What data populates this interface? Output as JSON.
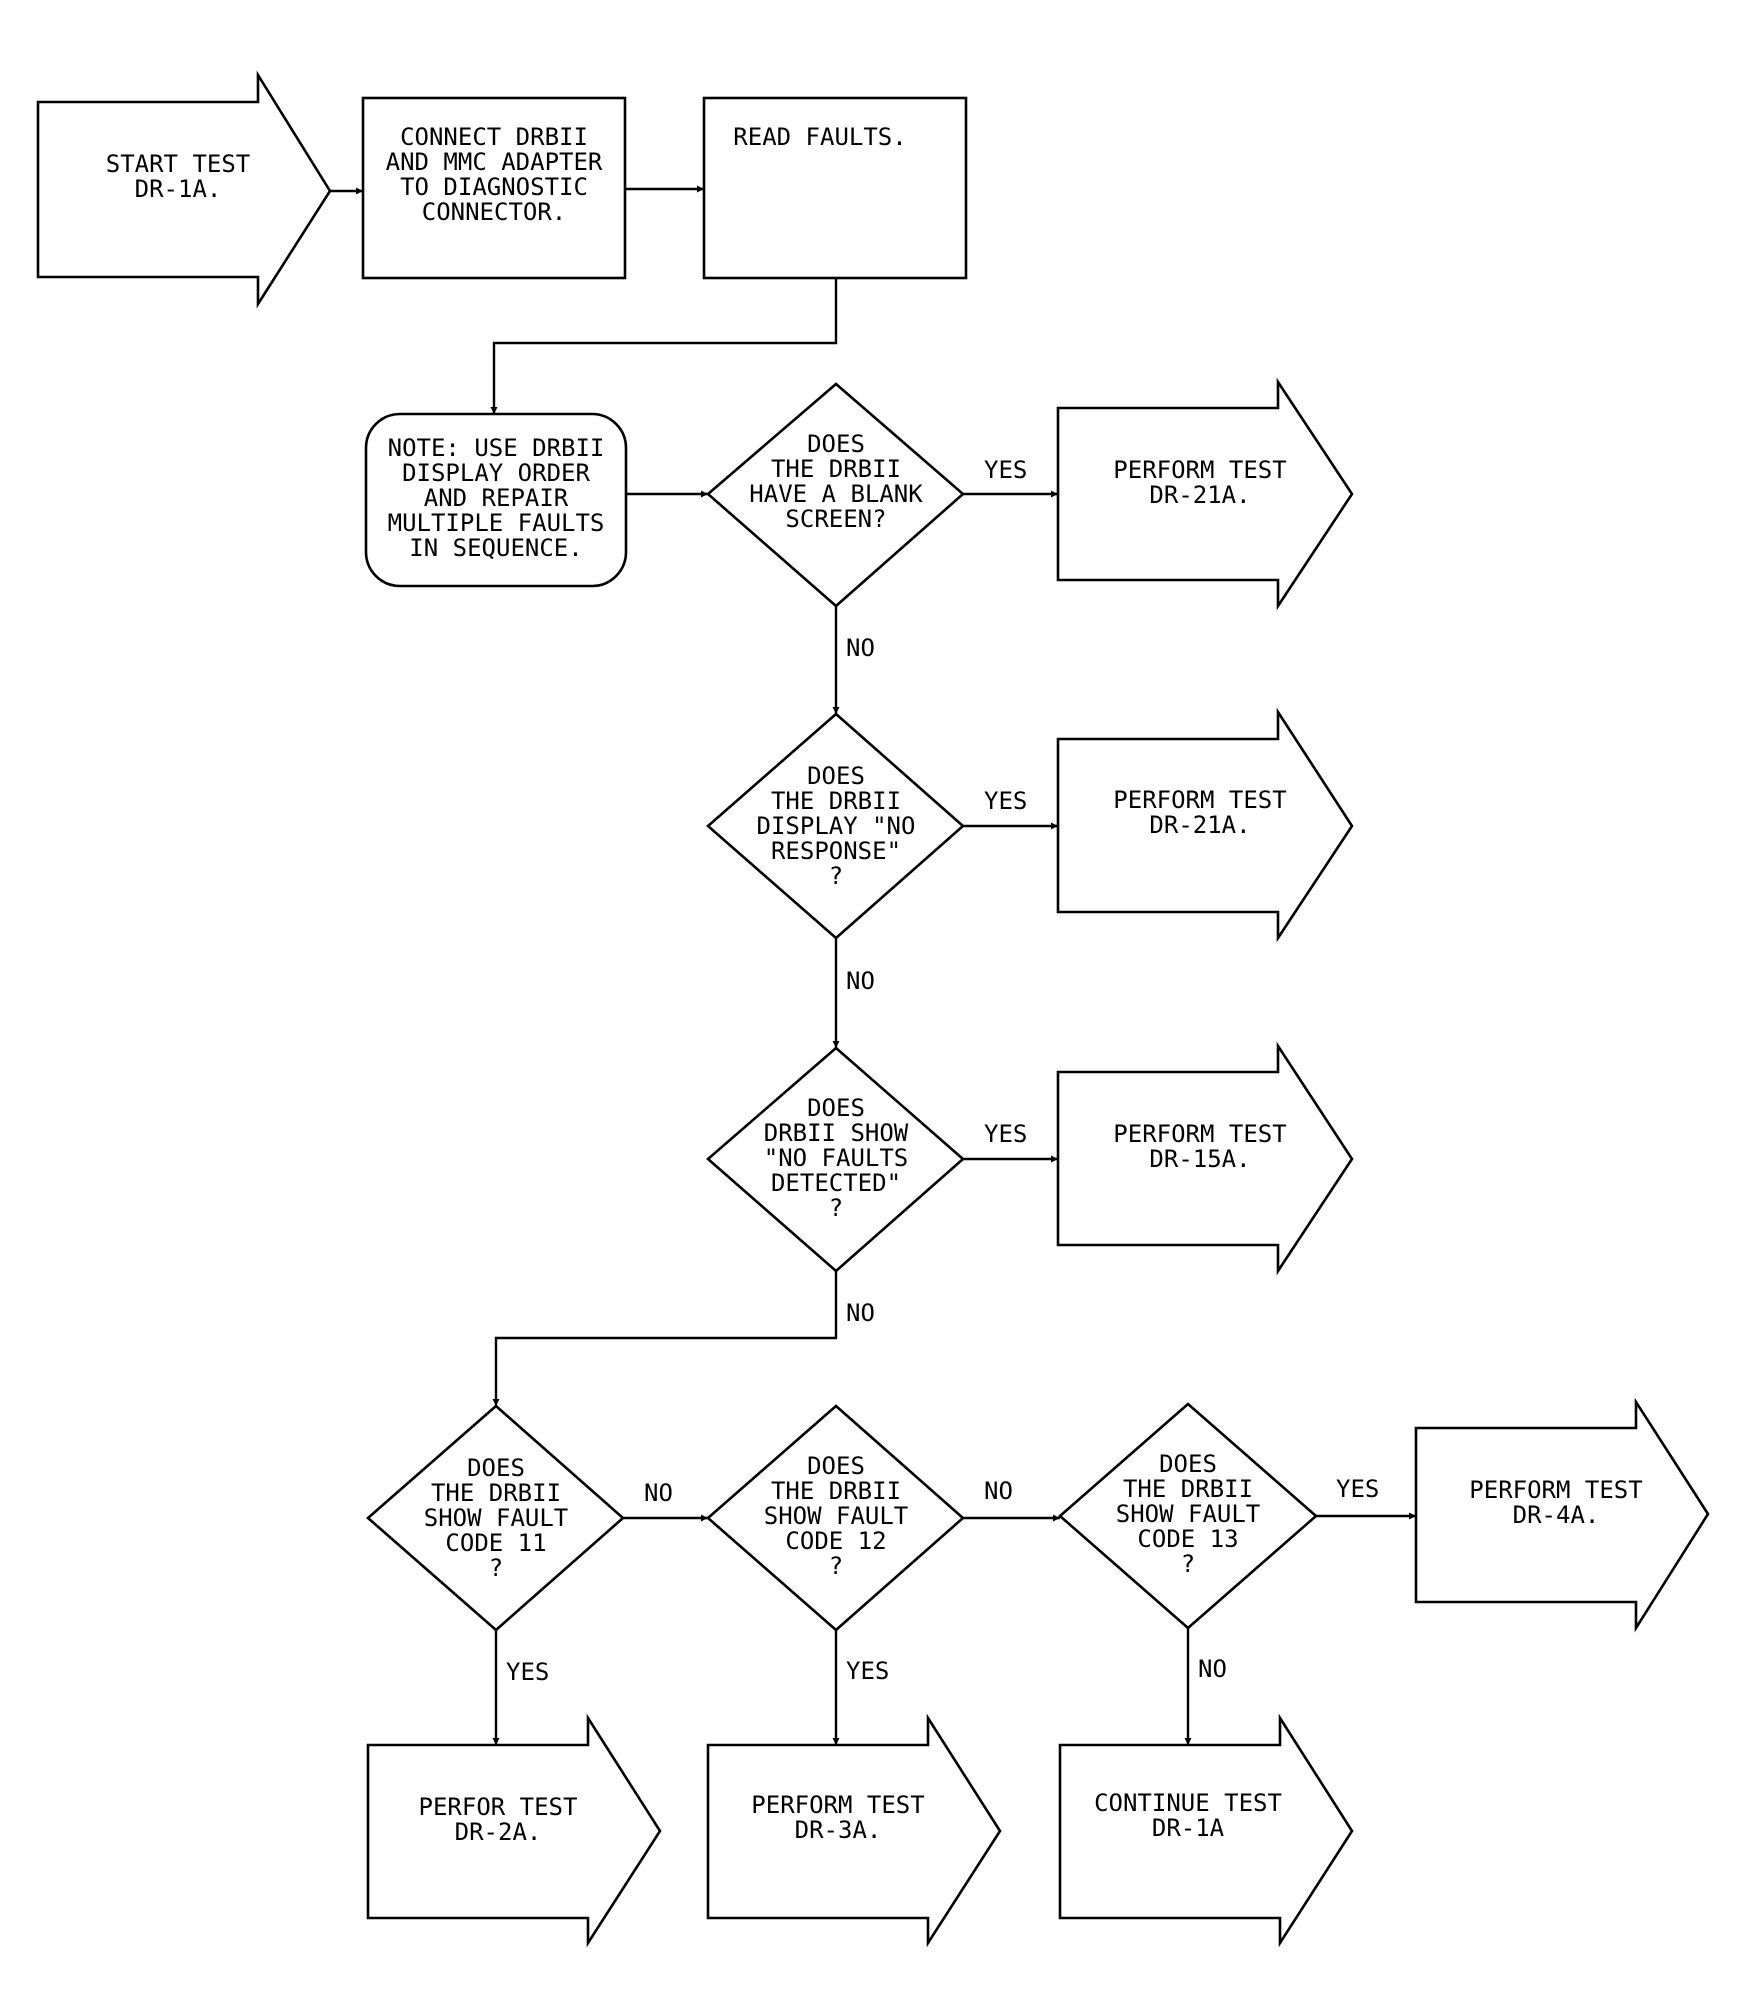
{
  "nodes": {
    "start": {
      "lines": [
        "START TEST",
        "DR-1A."
      ]
    },
    "connect": {
      "lines": [
        "CONNECT DRBII",
        "AND MMC ADAPTER",
        "TO DIAGNOSTIC",
        "CONNECTOR."
      ]
    },
    "read": {
      "lines": [
        "READ FAULTS."
      ]
    },
    "note": {
      "lines": [
        "NOTE: USE DRBII",
        "DISPLAY ORDER",
        "AND REPAIR",
        "MULTIPLE FAULTS",
        "IN SEQUENCE."
      ]
    },
    "d1": {
      "lines": [
        "DOES",
        "THE DRBII",
        "HAVE A BLANK",
        "SCREEN?"
      ]
    },
    "p1": {
      "lines": [
        "PERFORM TEST",
        "DR-21A."
      ]
    },
    "d2": {
      "lines": [
        "DOES",
        "THE DRBII",
        "DISPLAY \"NO",
        "RESPONSE\"",
        "?"
      ]
    },
    "p2": {
      "lines": [
        "PERFORM TEST",
        "DR-21A."
      ]
    },
    "d3": {
      "lines": [
        "DOES",
        "DRBII SHOW",
        "\"NO FAULTS",
        "DETECTED\"",
        "?"
      ]
    },
    "p3": {
      "lines": [
        "PERFORM TEST",
        "DR-15A."
      ]
    },
    "d4": {
      "lines": [
        "DOES",
        "THE DRBII",
        "SHOW FAULT",
        "CODE 11",
        "?"
      ]
    },
    "d5": {
      "lines": [
        "DOES",
        "THE DRBII",
        "SHOW FAULT",
        "CODE 12",
        "?"
      ]
    },
    "d6": {
      "lines": [
        "DOES",
        "THE DRBII",
        "SHOW FAULT",
        "CODE 13",
        "?"
      ]
    },
    "p6": {
      "lines": [
        "PERFORM TEST",
        "DR-4A."
      ]
    },
    "p4": {
      "lines": [
        "PERFOR TEST",
        "DR-2A."
      ]
    },
    "p5": {
      "lines": [
        "PERFORM TEST",
        "DR-3A."
      ]
    },
    "c1": {
      "lines": [
        "CONTINUE TEST",
        "DR-1A"
      ]
    }
  },
  "edges": {
    "d1_yes": "YES",
    "d1_no": "NO",
    "d2_yes": "YES",
    "d2_no": "NO",
    "d3_yes": "YES",
    "d3_no": "NO",
    "d4_no": "NO",
    "d4_yes": "YES",
    "d5_no": "NO",
    "d5_yes": "YES",
    "d6_yes": "YES",
    "d6_no": "NO"
  }
}
